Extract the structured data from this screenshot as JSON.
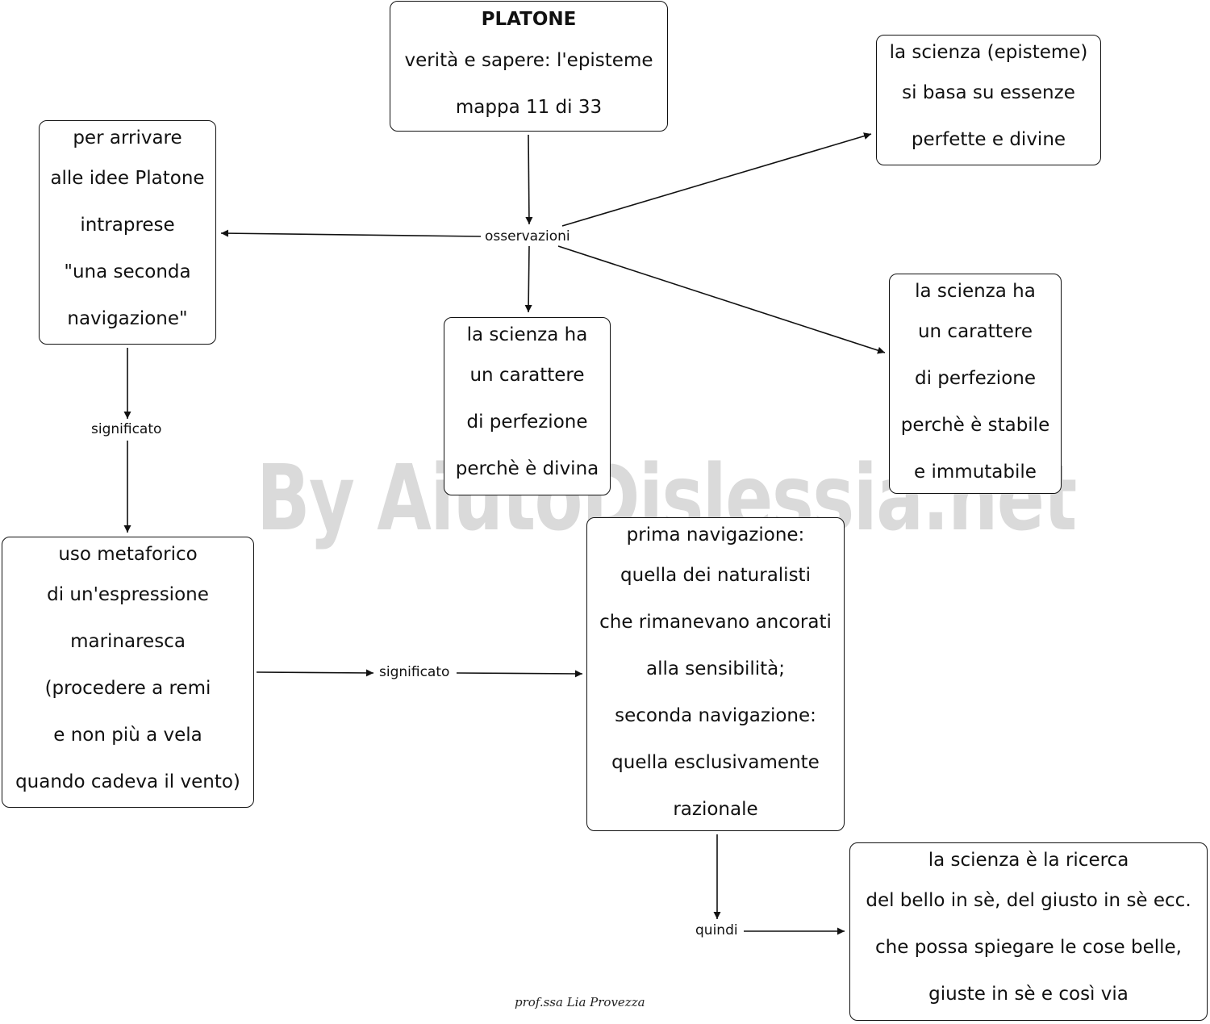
{
  "nodes": {
    "root": {
      "title": "PLATONE",
      "lines": [
        "verità e sapere: l'episteme",
        "mappa 11 di 33"
      ]
    },
    "seconda_navigazione": {
      "lines": [
        "per arrivare",
        "alle idee Platone",
        "intraprese",
        "\"una seconda",
        "navigazione\""
      ]
    },
    "essenze": {
      "lines": [
        "la scienza (episteme)",
        "si basa su essenze",
        "perfette e divine"
      ]
    },
    "divina": {
      "lines": [
        "la scienza ha",
        "un carattere",
        "di perfezione",
        "perchè è divina"
      ]
    },
    "stabile": {
      "lines": [
        "la scienza ha",
        "un carattere",
        "di perfezione",
        "perchè è stabile",
        "e immutabile"
      ]
    },
    "metaforico": {
      "lines": [
        "uso metaforico",
        "di un'espressione",
        "marinaresca",
        "(procedere a remi",
        "e non più a vela",
        "quando cadeva il vento)"
      ]
    },
    "navigazioni": {
      "lines": [
        "prima navigazione:",
        "quella dei naturalisti",
        "che rimanevano ancorati",
        "alla sensibilità;",
        "seconda navigazione:",
        "quella esclusivamente",
        "razionale"
      ]
    },
    "ricerca": {
      "lines": [
        "la scienza è la ricerca",
        "del bello in sè, del giusto in sè ecc.",
        "che possa spiegare le cose belle,",
        "giuste in sè e così via"
      ]
    }
  },
  "link_labels": {
    "osservazioni": "osservazioni",
    "significato_1": "significato",
    "significato_2": "significato",
    "quindi": "quindi"
  },
  "watermark": "By AiutoDislessia.net",
  "credit": "prof.ssa Lia Provezza",
  "colors": {
    "stroke": "#111111",
    "watermark": "#bdbdbd",
    "background": "#ffffff"
  }
}
